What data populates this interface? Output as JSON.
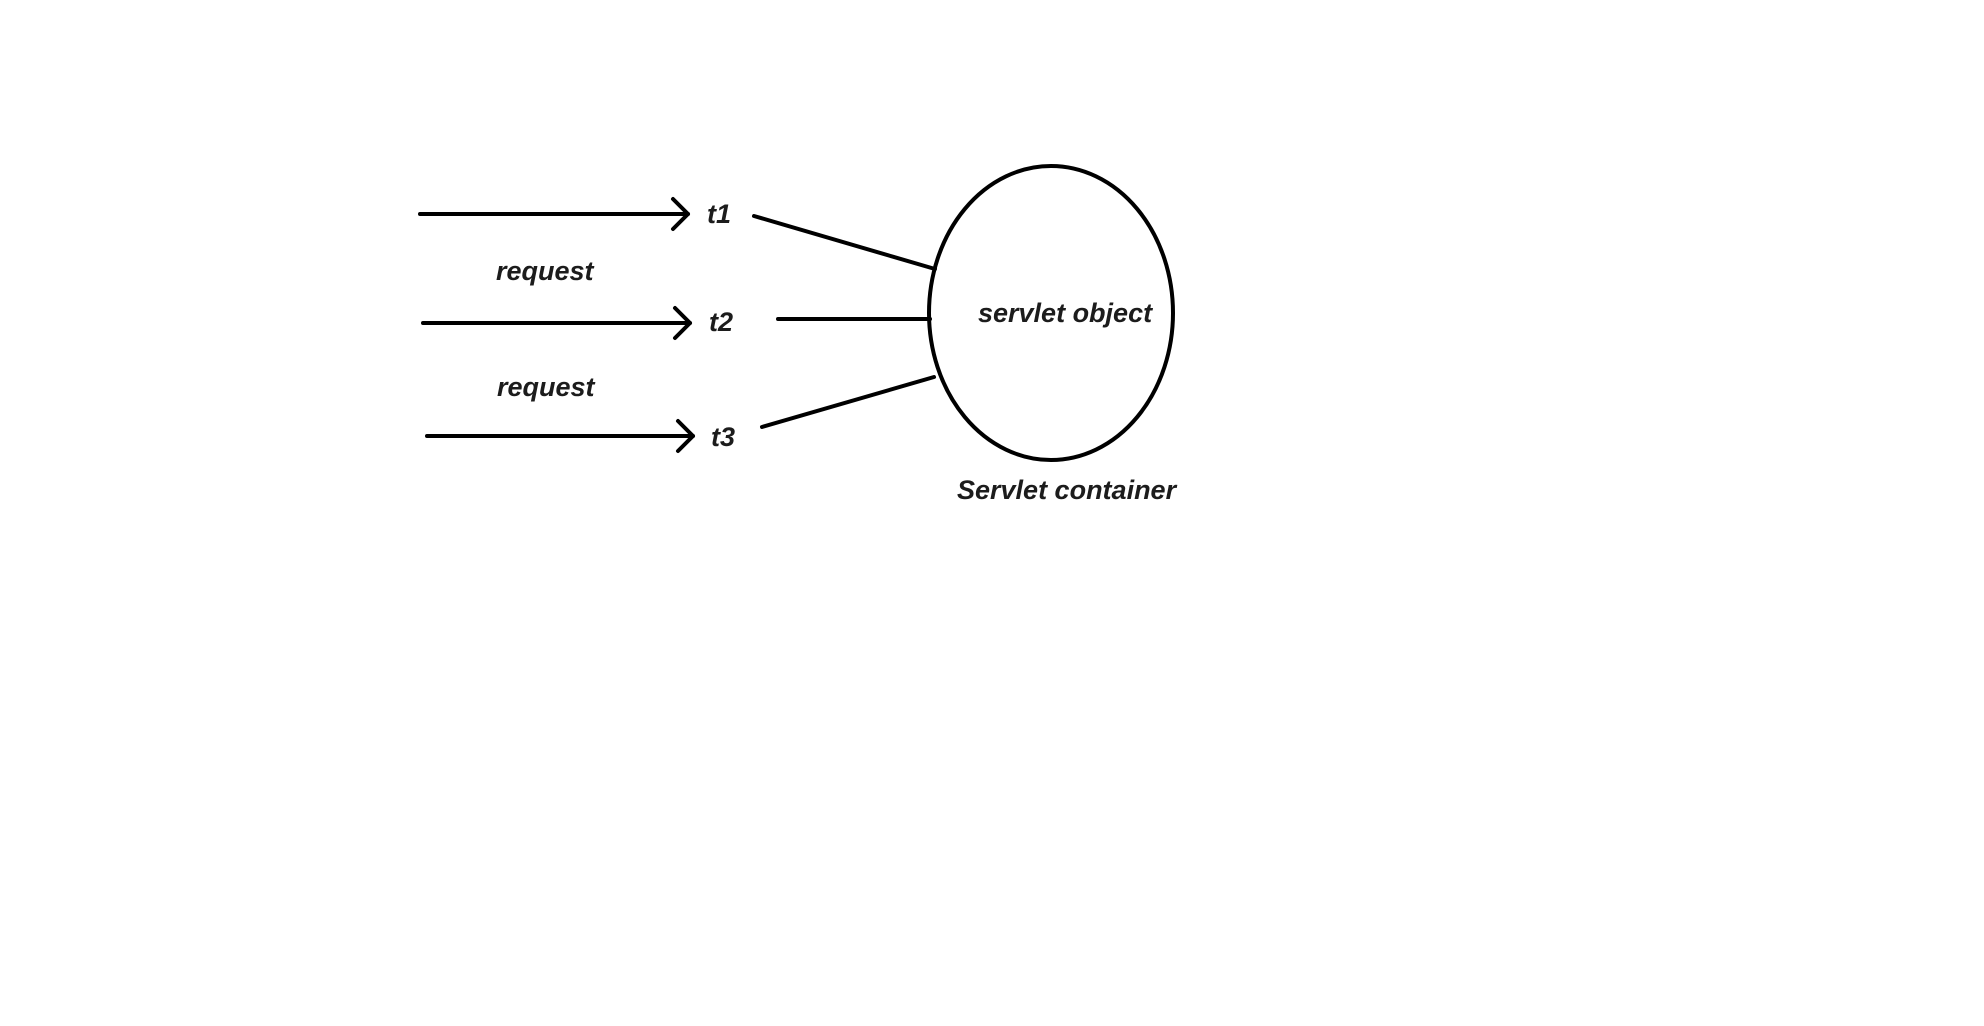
{
  "diagram": {
    "requests": [
      {
        "arrow": "request-arrow-1",
        "thread": "t1"
      },
      {
        "arrow": "request-arrow-2",
        "thread": "t2",
        "label": "request"
      },
      {
        "arrow": "request-arrow-3",
        "thread": "t3",
        "label": "request"
      }
    ],
    "servlet": {
      "object_label": "servlet object",
      "container_label": "Servlet container"
    },
    "stroke_color": "#000000",
    "text_color": "#1c1c1c"
  }
}
